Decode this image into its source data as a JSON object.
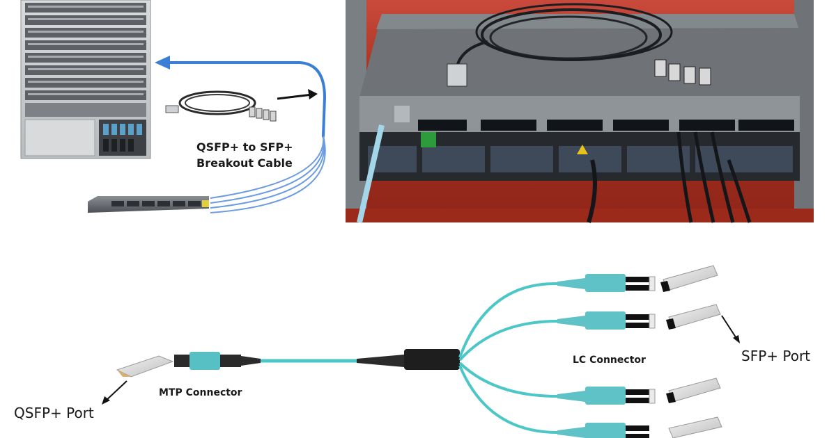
{
  "top_left": {
    "caption_line1": "QSFP+ to SFP+",
    "caption_line2": "Breakout Cable"
  },
  "bottom": {
    "mtp_label": "MTP Connector",
    "lc_label": "LC Connector",
    "qsfp_port_label": "QSFP+ Port",
    "sfp_port_label": "SFP+ Port"
  },
  "colors": {
    "aqua_cable": "#4cc6c6",
    "blue_arrow": "#3a7fd5",
    "switch_gray": "#6f7378",
    "red_table": "#b8221f"
  }
}
